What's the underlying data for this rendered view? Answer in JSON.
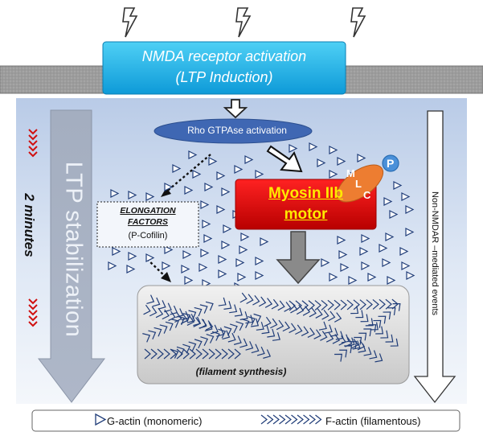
{
  "nmda_box": {
    "line1": "NMDA receptor activation",
    "line2": "(LTP Induction)"
  },
  "rho": {
    "label": "Rho GTPAse activation"
  },
  "elongation": {
    "line1": "ELONGATION",
    "line2": "FACTORS",
    "line3": "(P-Cofilin)"
  },
  "myosin": {
    "line1": "Myosin IIb",
    "line2": "motor",
    "badge_letters": [
      "M",
      "L",
      "C"
    ],
    "phospho": "P"
  },
  "filament": {
    "label": "(filament synthesis)"
  },
  "side": {
    "ltp_stabilization": "LTP stabilization",
    "two_minutes": "2 minutes",
    "non_nmdar": "Non-NMDAR –mediated events"
  },
  "legend": {
    "g_actin": "G-actin (monomeric)",
    "f_actin": "F-actin (filamentous)"
  },
  "colors": {
    "membrane": "#a6a6a6",
    "nmda_box": "#1fb3e8",
    "rho": "#4472c4",
    "myosin": "#e01010",
    "mlc": "#ed7d31",
    "chevrons": "#d01010",
    "text_yellow": "#ffea00"
  },
  "icons": [
    "lightning-icon",
    "down-arrow-icon",
    "dotted-arrow-icon",
    "g-actin-triangle-icon"
  ]
}
